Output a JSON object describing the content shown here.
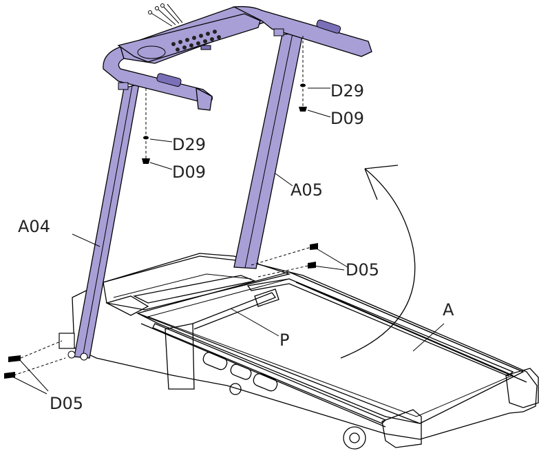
{
  "colors": {
    "frame_fill": "#a89fd6",
    "frame_dark": "#7a70b8",
    "line": "#000000",
    "background": "#ffffff"
  },
  "labels": {
    "d29_upper": "D29",
    "d09_upper": "D09",
    "d29_lower": "D29",
    "d09_lower": "D09",
    "a05": "A05",
    "a04": "A04",
    "d05_right": "D05",
    "d05_left": "D05",
    "p": "P",
    "a": "A"
  }
}
